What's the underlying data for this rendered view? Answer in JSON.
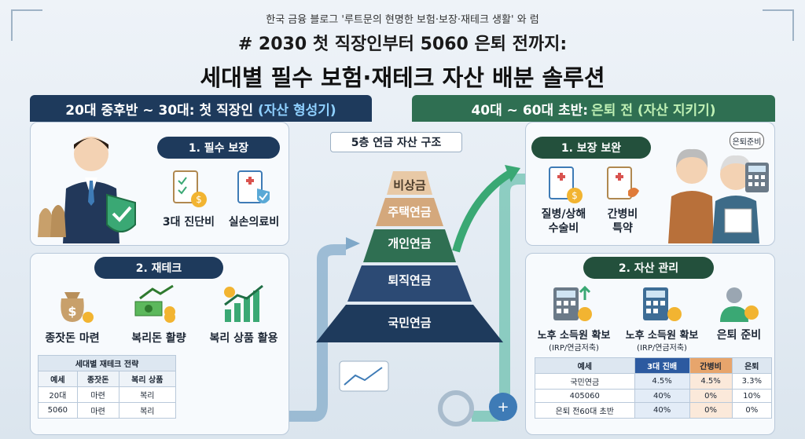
{
  "header": {
    "subtitle": "한국 금융 블로그 '루트문의 현명한 보험·보장·재테크 생활' 와 럼",
    "title_line1": "# 2030 첫 직장인부터 5060 은퇴 전까지:",
    "title_line2": "세대별 필수 보험·재테크 자산 배분 솔루션"
  },
  "left": {
    "header_prefix": "20대 중후반 ~ 30대: 첫 직장인 ",
    "header_highlight": "(자산 형성기)",
    "section1": {
      "title": "1. 필수 보장",
      "items": [
        {
          "label": "3대 진단비",
          "icon": "clipboard-coin-icon"
        },
        {
          "label": "실손의료비",
          "icon": "medical-shield-icon"
        }
      ]
    },
    "section2": {
      "title": "2. 재테크",
      "items": [
        {
          "label": "종잣돈 마련",
          "icon": "money-bag-icon"
        },
        {
          "label": "복리돈 활량",
          "icon": "cash-growth-icon"
        },
        {
          "label": "복리 상품 활용",
          "icon": "growth-chart-icon"
        }
      ]
    },
    "table": {
      "caption": "세대별 재테크 전략",
      "headers": [
        "예세",
        "종잣돈",
        "복리 상품"
      ],
      "rows": [
        [
          "20대",
          "마련",
          "복리"
        ],
        [
          "5060",
          "마련",
          "복리"
        ]
      ]
    }
  },
  "center": {
    "pyramid_title": "5층 연금 자산 구조",
    "levels": [
      "비상금",
      "주택연금",
      "개인연금",
      "퇴직연금",
      "국민연금"
    ],
    "colors": [
      "#e8c9a6",
      "#d4a87c",
      "#2f6f52",
      "#2c4a74",
      "#1e3a5c"
    ]
  },
  "right": {
    "header_prefix": "40대 ~ 60대 초반: ",
    "header_highlight": "은퇴 전 (자산 지키기)",
    "section1": {
      "title": "1. 보장 보완",
      "items": [
        {
          "label": "질병/상해\n수술비",
          "icon": "clipboard-medical-icon"
        },
        {
          "label": "간병비\n특약",
          "icon": "care-document-icon"
        }
      ],
      "speech": "은퇴준비"
    },
    "section2": {
      "title": "2. 자산 관리",
      "items": [
        {
          "label": "노후 소득원 확보",
          "sub": "(IRP/연금저축)",
          "icon": "calculator-coin-icon"
        },
        {
          "label": "노후 소득원 확보",
          "sub": "(IRP/연금저축)",
          "icon": "calculator-coin-icon"
        },
        {
          "label": "은퇴 준비",
          "sub": "",
          "icon": "person-coin-icon"
        }
      ]
    },
    "table": {
      "headers": [
        "예세",
        "3대 진배",
        "간병비",
        "은퇴"
      ],
      "rows": [
        [
          "국민연금",
          "4.5%",
          "4.5%",
          "3.3%"
        ],
        [
          "405060",
          "40%",
          "0%",
          "10%"
        ],
        [
          "은퇴 전60대 초반",
          "40%",
          "0%",
          "0%"
        ]
      ]
    }
  }
}
